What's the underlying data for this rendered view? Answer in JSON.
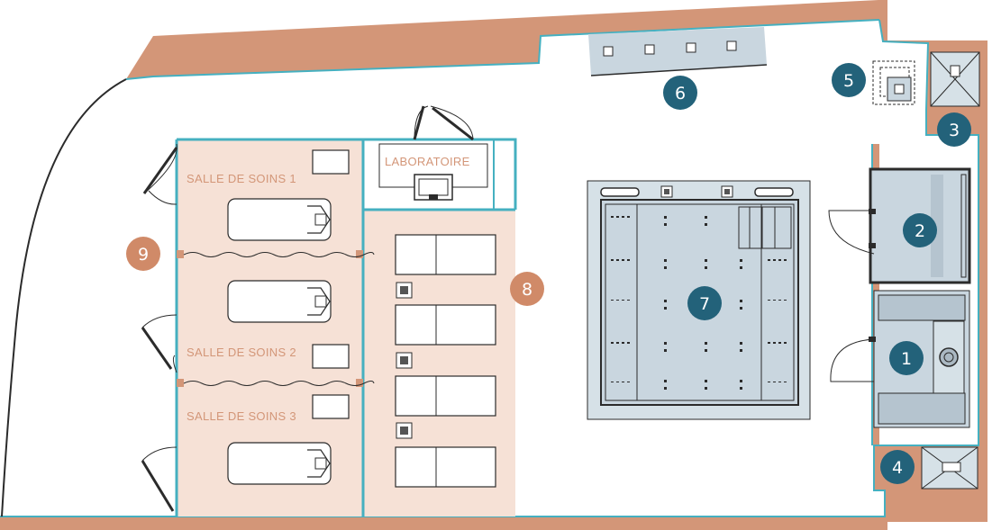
{
  "colors": {
    "wall": "#d39678",
    "wall_edge": "#45b0c0",
    "treatment_fill": "#f6e1d6",
    "marker_blue": "#23627a",
    "marker_terracotta": "#d08a68",
    "label_terracotta": "#d39678",
    "pool_fill": "#d6e1e7",
    "equipment_fill": "#c9d6df",
    "line": "#2b2b2b"
  },
  "rooms": {
    "salle1": "SALLE DE SOINS 1",
    "salle2": "SALLE DE SOINS 2",
    "salle3": "SALLE DE SOINS 3",
    "laboratoire": "LABORATOIRE"
  },
  "markers": [
    {
      "id": "1",
      "color": "blue"
    },
    {
      "id": "2",
      "color": "blue"
    },
    {
      "id": "3",
      "color": "blue"
    },
    {
      "id": "4",
      "color": "blue"
    },
    {
      "id": "5",
      "color": "blue"
    },
    {
      "id": "6",
      "color": "blue"
    },
    {
      "id": "7",
      "color": "blue"
    },
    {
      "id": "8",
      "color": "terracotta"
    },
    {
      "id": "9",
      "color": "terracotta"
    }
  ]
}
